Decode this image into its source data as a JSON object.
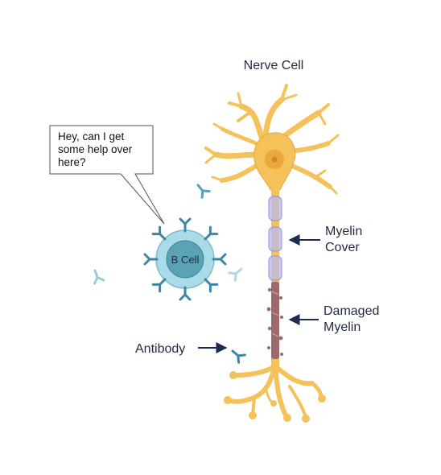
{
  "labels": {
    "nerve_cell": "Nerve Cell",
    "myelin_cover_line1": "Myelin",
    "myelin_cover_line2": "Cover",
    "damaged_line1": "Damaged",
    "damaged_line2": "Myelin",
    "antibody": "Antibody",
    "b_cell": "B Cell"
  },
  "speech_bubble": {
    "line1": "Hey, can I get",
    "line2": "some help over",
    "line3": "here?"
  },
  "colors": {
    "neuron": "#F4C15A",
    "neuron_stroke": "#E2A93A",
    "nucleus": "#E9A83B",
    "myelin": "#B8B9F0",
    "damaged": "#9C6A6E",
    "bcell_outer": "#A9DCE6",
    "bcell_inner": "#5AA3B4",
    "antibody_dark": "#3E86A8",
    "antibody_light": "#9CC8DC",
    "arrow": "#1B2B52"
  }
}
